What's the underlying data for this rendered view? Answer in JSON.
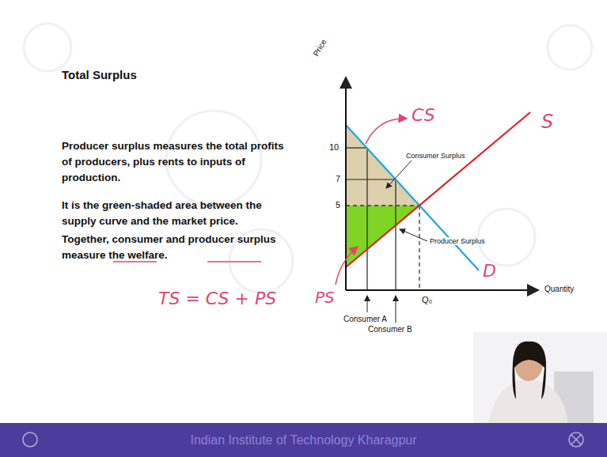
{
  "diagram": {
    "title": "Total Surplus",
    "nodes": [
      {
        "text": [
          "Indian Institute of Technology Kharagpur"
        ]
      }
    ],
    "labels": [
      "Producer surplus measures the total profits of producers, plus rents to inputs of production.",
      "It is the green-shaded area between the supply curve and the market price.",
      "Together, consumer and producer surplus measure the welfare.",
      "TS = CS + PS",
      "Price",
      "10",
      "7",
      "5",
      "CS",
      "Consumer Surplus",
      "S",
      "Producer Surplus",
      "D",
      "PS",
      "Quantity",
      "Q₀",
      "Consumer A",
      "Consumer B"
    ]
  }
}
